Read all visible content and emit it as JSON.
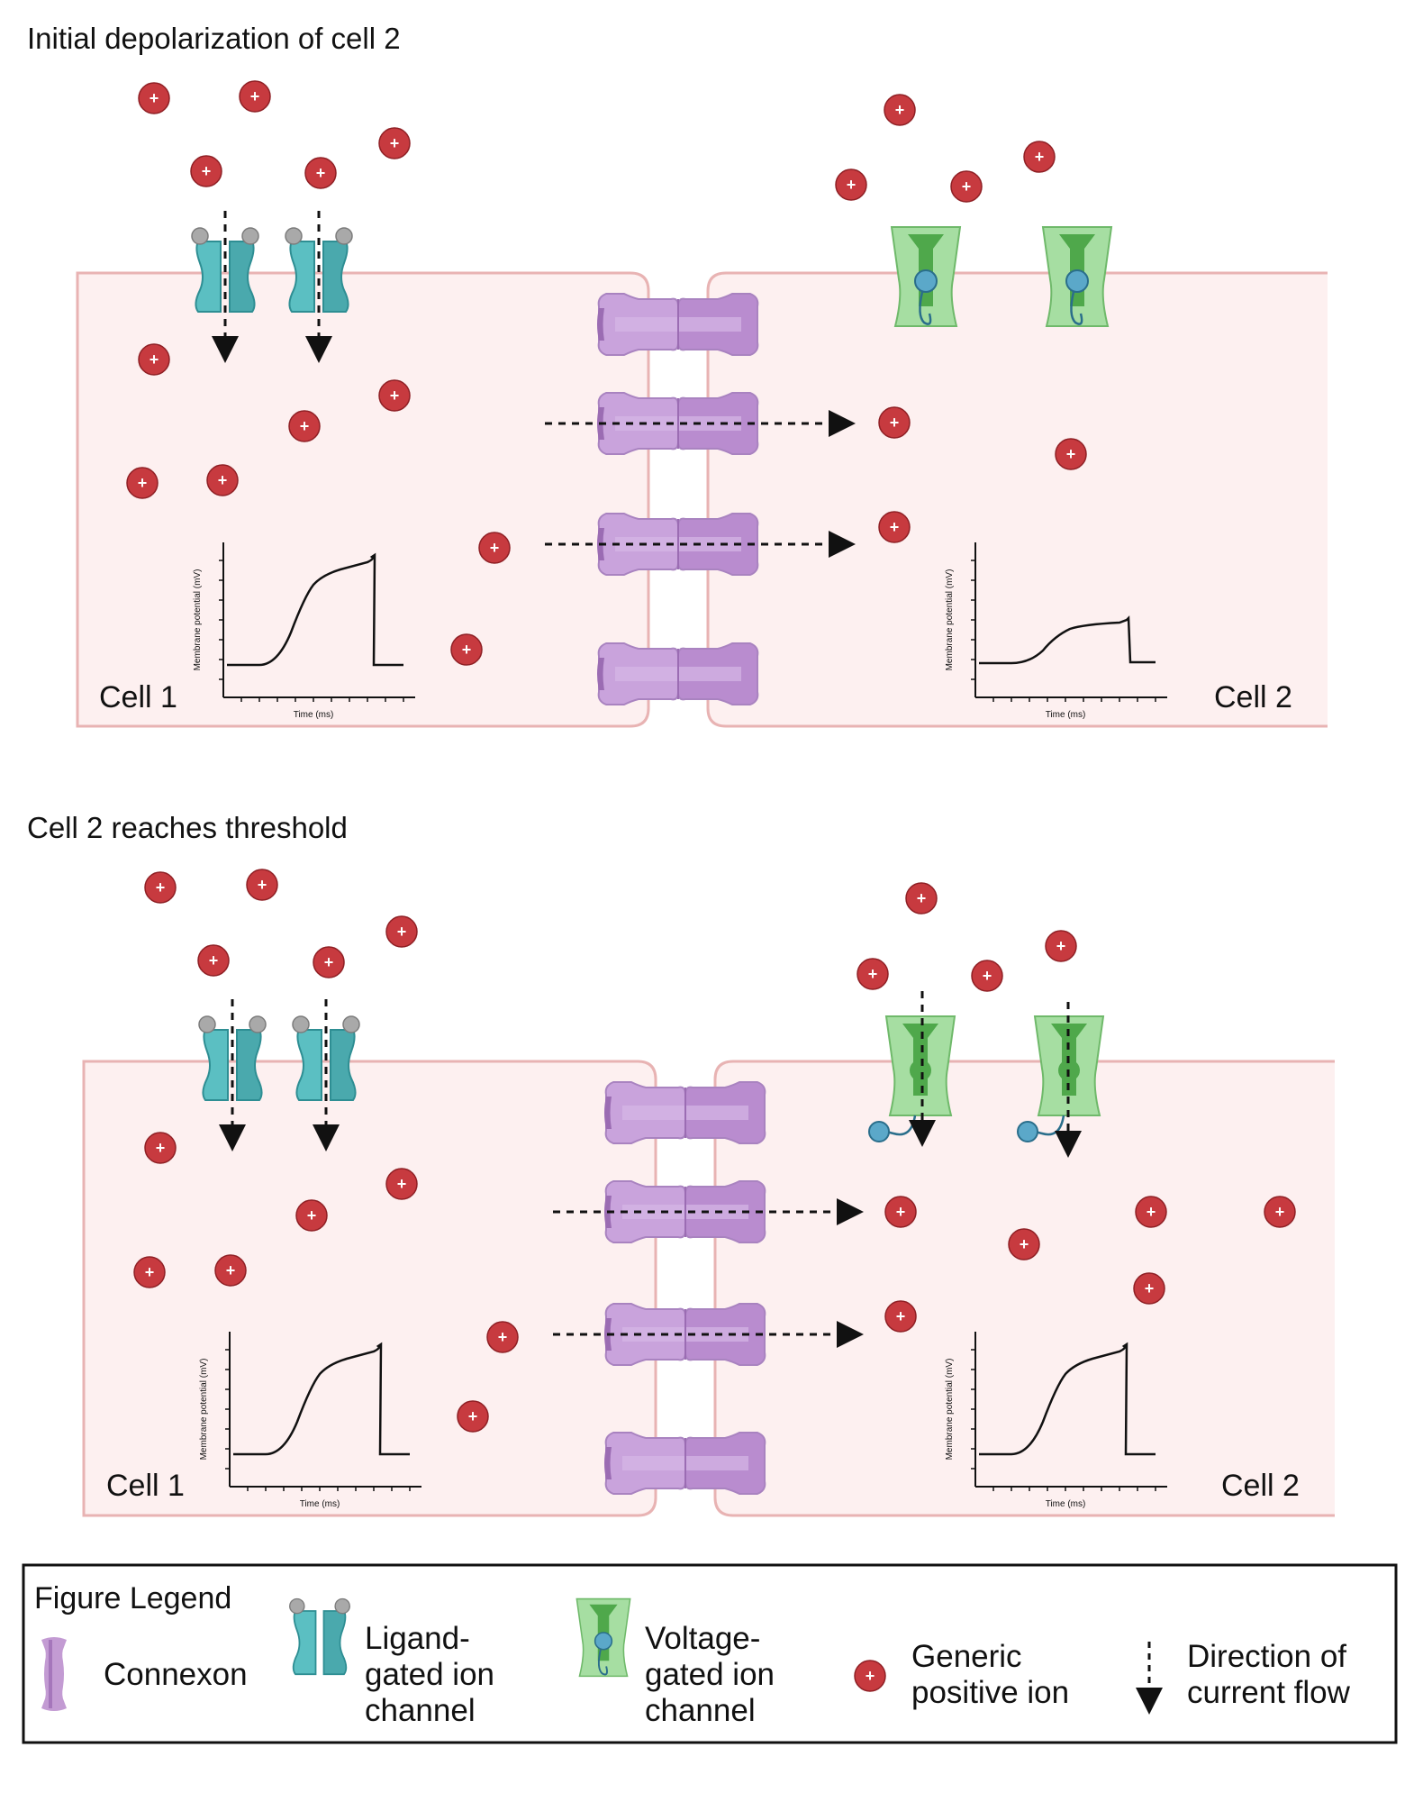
{
  "panels": [
    {
      "title": "Initial depolarization of cell 2",
      "cell1_label": "Cell 1",
      "cell2_label": "Cell 2",
      "voltage_channel_state": "closed",
      "cell1_trace": "full",
      "cell2_trace": "subthreshold"
    },
    {
      "title": "Cell 2 reaches threshold",
      "cell1_label": "Cell 1",
      "cell2_label": "Cell 2",
      "voltage_channel_state": "open",
      "cell1_trace": "full",
      "cell2_trace": "full"
    }
  ],
  "graph": {
    "xlabel": "Time (ms)",
    "ylabel": "Membrane potential (mV)"
  },
  "ion_symbol": "+",
  "legend": {
    "title": "Figure Legend",
    "items": [
      {
        "icon": "connexon-icon",
        "lines": [
          "Connexon"
        ]
      },
      {
        "icon": "ligand-gated-channel-icon",
        "lines": [
          "Ligand-",
          "gated ion",
          "channel"
        ]
      },
      {
        "icon": "voltage-gated-channel-icon",
        "lines": [
          "Voltage-",
          "gated ion",
          "channel"
        ]
      },
      {
        "icon": "positive-ion-icon",
        "lines": [
          "Generic",
          "positive ion"
        ]
      },
      {
        "icon": "current-flow-arrow-icon",
        "lines": [
          "Direction of",
          "current flow"
        ]
      }
    ]
  },
  "colors": {
    "cell_fill": "#fdf0f0",
    "cell_border": "#e8b3b3",
    "ion": "#c73a3f",
    "ligand_channel": "#5bbfc2",
    "voltage_channel": "#8fd38a",
    "connexon": "#c39bd3",
    "gate": "#5ba8c9"
  }
}
